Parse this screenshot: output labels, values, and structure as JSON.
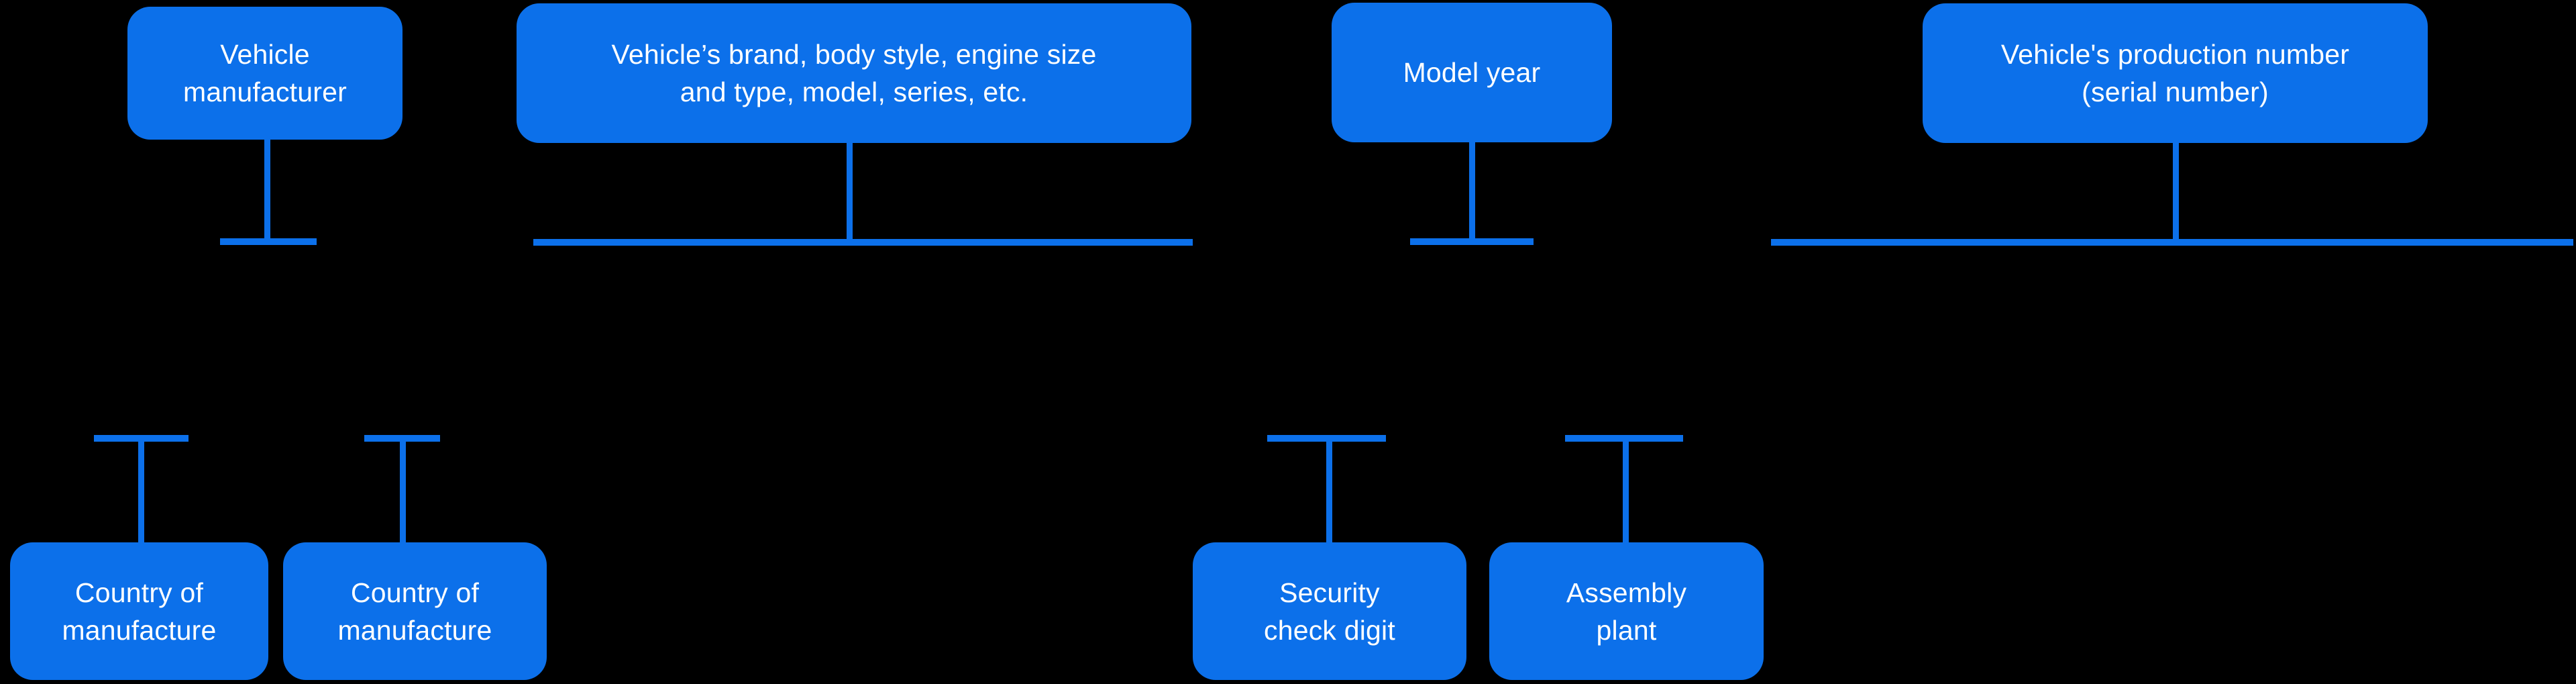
{
  "colors": {
    "background": "#000000",
    "node_fill": "#0c70ea",
    "connector": "#0c70ea",
    "text": "#ffffff"
  },
  "diagram": {
    "description_of_visual": "VIN breakdown diagram: blue rounded label boxes linked by T-shaped blue connectors over a black background",
    "top_nodes": [
      {
        "label": "Vehicle manufacturer",
        "lines": [
          "Vehicle",
          "manufacturer"
        ]
      },
      {
        "label": "Vehicle’s brand, body style, engine size and type, model, series, etc.",
        "lines": [
          "Vehicle’s brand, body style, engine size",
          "and type, model, series, etc."
        ]
      },
      {
        "label": "Model year",
        "lines": [
          "Model year"
        ]
      },
      {
        "label": "Vehicle's production number (serial number)",
        "lines": [
          "Vehicle's production number",
          "(serial number)"
        ]
      }
    ],
    "bottom_nodes": [
      {
        "label": "Country of manufacture",
        "lines": [
          "Country of",
          "manufacture"
        ]
      },
      {
        "label": "Country of manufacture",
        "lines": [
          "Country of",
          "manufacture"
        ]
      },
      {
        "label": "Security check digit",
        "lines": [
          "Security",
          "check digit"
        ]
      },
      {
        "label": "Assembly plant",
        "lines": [
          "Assembly",
          "plant"
        ]
      }
    ]
  }
}
